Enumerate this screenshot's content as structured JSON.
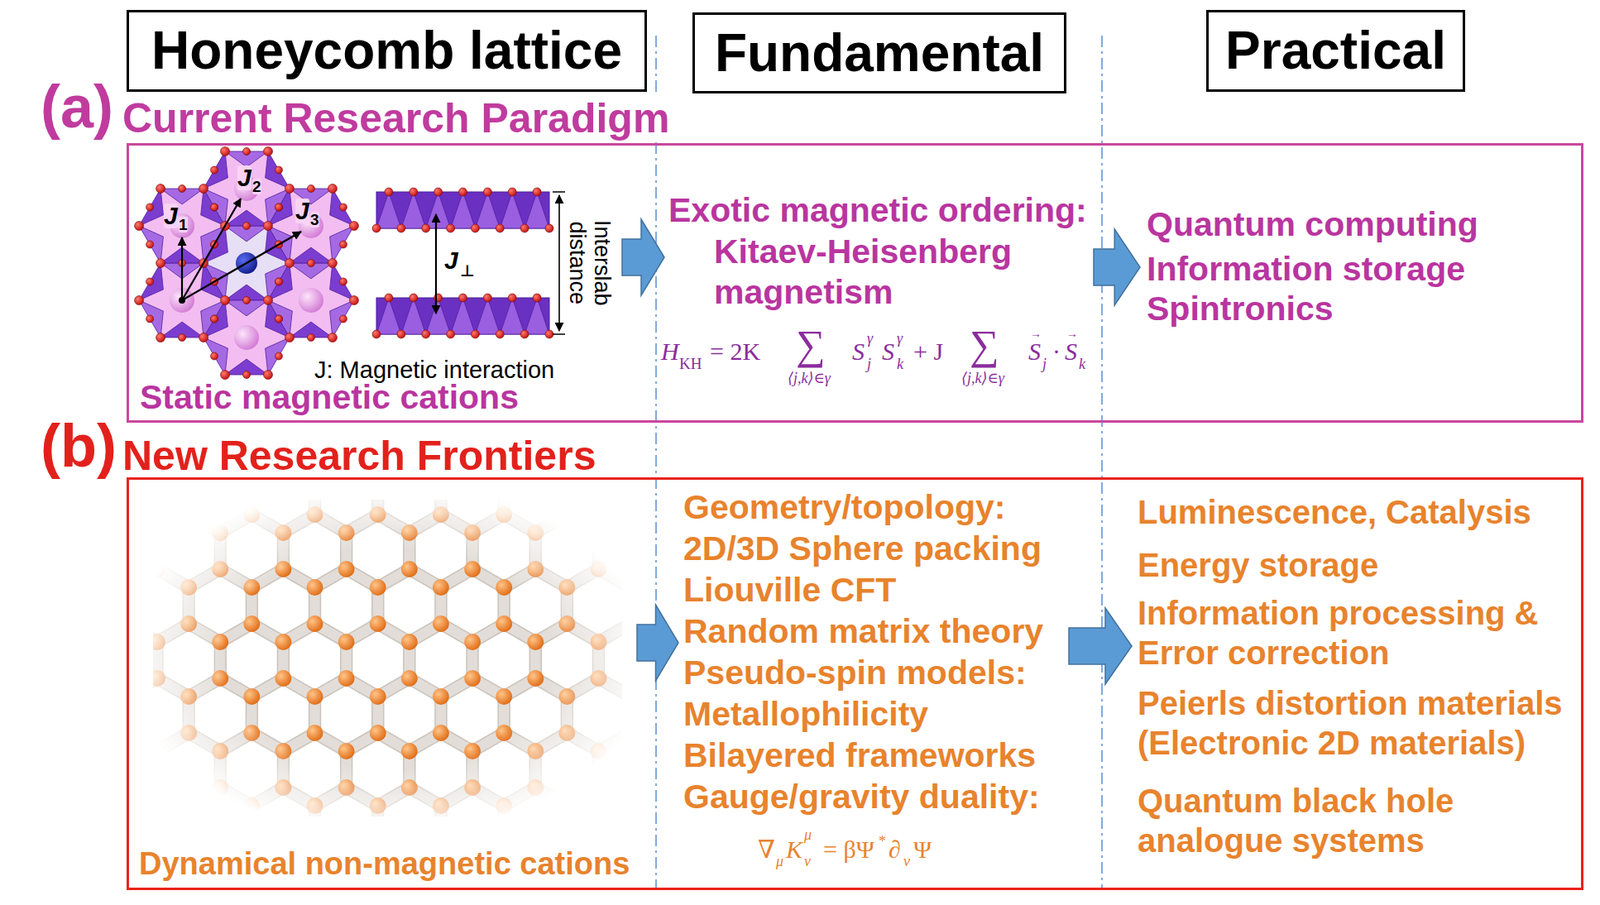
{
  "diagram": {
    "nodes": [
      {
        "text": [
          "Honeycomb lattice"
        ]
      },
      {
        "text": [
          "Fundamental"
        ]
      },
      {
        "text": [
          "Practical"
        ]
      },
      {
        "text": [
          "(a)",
          "Current Research Paradigm"
        ]
      },
      {
        "text": [
          "J: Magnetic interaction",
          "Static magnetic cations"
        ],
        "in": 3
      },
      {
        "text": [
          "Exotic magnetic ordering:",
          "Kitaev-Heisenberg magnetism"
        ],
        "in": 3
      },
      {
        "text": [
          "Quantum computing",
          "Information storage",
          "Spintronics"
        ],
        "in": 3
      },
      {
        "text": [
          "(b)",
          "New Research Frontiers"
        ]
      },
      {
        "text": [
          "Dynamical non-magnetic cations"
        ],
        "in": 7
      },
      {
        "text": [
          "Geometry/topology:",
          "2D/3D Sphere packing",
          "Liouville CFT",
          "Random matrix theory",
          "Pseudo-spin models:",
          "Metallophilicity",
          "Bilayered frameworks",
          "Gauge/gravity duality:"
        ],
        "in": 7
      },
      {
        "text": [
          "Luminescence, Catalysis",
          "Energy storage",
          "Information processing & Error correction",
          "Peierls distortion materials (Electronic 2D materials)",
          "Quantum black hole analogue systems"
        ],
        "in": 7
      }
    ],
    "edges": [
      {
        "from": 4,
        "to": 5,
        "arrow": "to"
      },
      {
        "from": 5,
        "to": 6,
        "arrow": "to"
      },
      {
        "from": 8,
        "to": 9,
        "arrow": "to"
      },
      {
        "from": 9,
        "to": 10,
        "arrow": "to"
      }
    ],
    "labels": [
      "J",
      "1",
      "J",
      "2",
      "J",
      "3",
      "J",
      "⊥",
      "Interslab distance",
      "H",
      "KH",
      "= 2K",
      "∑",
      "⟨j,k⟩∈γ",
      "S",
      "γ",
      "j",
      "S",
      "γ",
      "k",
      "+ J",
      "∑",
      "⟨j,k⟩∈γ",
      "→",
      "S",
      "j",
      "·",
      "→",
      "S",
      "k",
      "∇",
      "μ",
      "K",
      "μ",
      "ν",
      "= βΨ",
      "*",
      "∂",
      "ν",
      "Ψ"
    ]
  }
}
